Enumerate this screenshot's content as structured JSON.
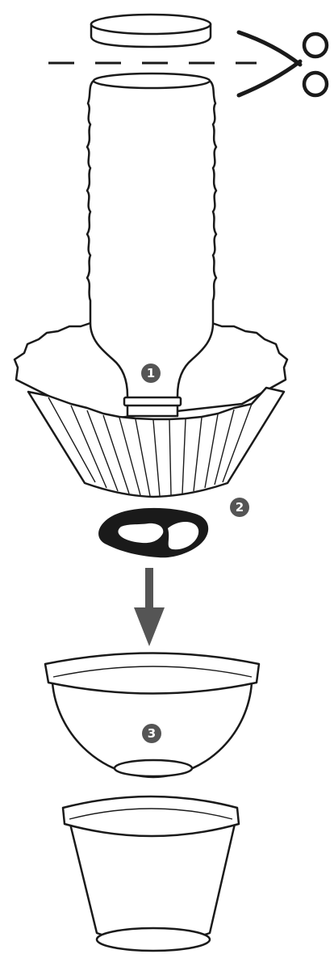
{
  "steps": [
    {
      "number": "1"
    },
    {
      "number": "2"
    },
    {
      "number": "3"
    }
  ],
  "colors": {
    "line": "#1a1a1a",
    "badge": "#555555",
    "background": "#ffffff"
  },
  "icons": [
    "scissors-icon",
    "down-arrow-icon"
  ]
}
